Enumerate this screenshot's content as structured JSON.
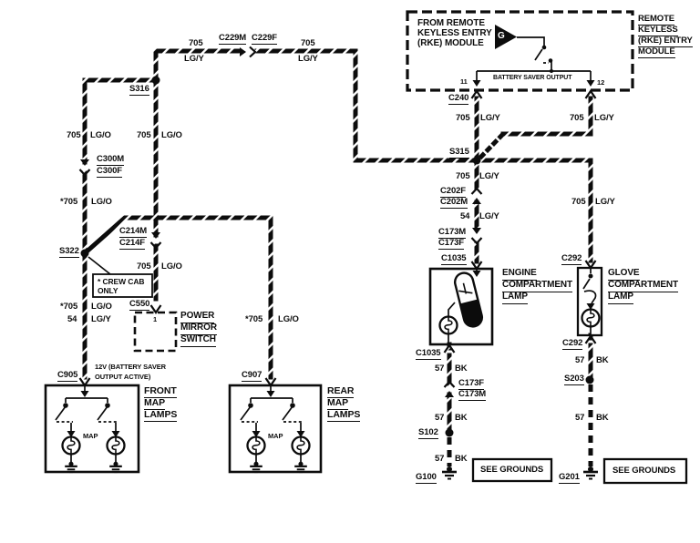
{
  "rke": {
    "from_label": [
      "FROM REMOTE",
      "KEYLESS ENTRY",
      "(RKE) MODULE"
    ],
    "gate": "G",
    "output_label": "BATTERY SAVER OUTPUT",
    "pin_left": "11",
    "pin_right": "12",
    "connector": "C240",
    "side_label": [
      "REMOTE",
      "KEYLESS",
      "(RKE) ENTRY",
      "MODULE"
    ]
  },
  "top": {
    "w1": {
      "g": "705",
      "c": "LG/Y"
    },
    "c229m": "C229M",
    "c229f": "C229F",
    "w2": {
      "g": "705",
      "c": "LG/Y"
    },
    "s316": "S316"
  },
  "left": {
    "w3": {
      "g": "705",
      "c": "LG/O"
    },
    "w4": {
      "g": "705",
      "c": "LG/O"
    },
    "c300m": "C300M",
    "c300f": "C300F",
    "w5": {
      "g": "*705",
      "c": "LG/O"
    },
    "s322": "S322",
    "c214m": "C214M",
    "c214f": "C214F",
    "w6": {
      "g": "705",
      "c": "LG/O"
    },
    "crew_cab": [
      "* CREW CAB",
      "ONLY"
    ],
    "w7": {
      "g": "*705",
      "c": "LG/O"
    },
    "w8": {
      "g": "54",
      "c": "LG/Y"
    },
    "c550": "C550",
    "mirror_pin": "1",
    "mirror_switch": [
      "POWER",
      "MIRROR",
      "SWITCH"
    ],
    "w9": {
      "g": "*705",
      "c": "LG/O"
    },
    "battery_note": [
      "12V (BATTERY SAVER",
      "OUTPUT ACTIVE)"
    ]
  },
  "front_lamps": {
    "connector": "C905",
    "name": [
      "FRONT",
      "MAP",
      "LAMPS"
    ],
    "bulb_label": "MAP"
  },
  "rear_lamps": {
    "connector": "C907",
    "name": [
      "REAR",
      "MAP",
      "LAMPS"
    ],
    "bulb_label": "MAP"
  },
  "center": {
    "w10": {
      "g": "705",
      "c": "LG/Y"
    },
    "w11": {
      "g": "705",
      "c": "LG/Y"
    },
    "s315": "S315",
    "w12": {
      "g": "705",
      "c": "LG/Y"
    },
    "c202f": "C202F",
    "c202m": "C202M",
    "w13": {
      "g": "54",
      "c": "LG/Y"
    },
    "c173m": "C173M",
    "c173f": "C173F",
    "c1035": "C1035",
    "engine_lamp": [
      "ENGINE",
      "COMPARTMENT",
      "LAMP"
    ]
  },
  "glove": {
    "w14": {
      "g": "705",
      "c": "LG/Y"
    },
    "c292": "C292",
    "name": [
      "GLOVE",
      "COMPARTMENT",
      "LAMP"
    ]
  },
  "ground_left": {
    "c1035": "C1035",
    "w15": {
      "g": "57",
      "c": "BK"
    },
    "c173f": "C173F",
    "c173m": "C173M",
    "w16": {
      "g": "57",
      "c": "BK"
    },
    "s102": "S102",
    "w17": {
      "g": "57",
      "c": "BK"
    },
    "g100": "G100",
    "note": "SEE GROUNDS"
  },
  "ground_right": {
    "c292": "C292",
    "w18": {
      "g": "57",
      "c": "BK"
    },
    "s203": "S203",
    "w19": {
      "g": "57",
      "c": "BK"
    },
    "g201": "G201",
    "note": "SEE GROUNDS"
  }
}
